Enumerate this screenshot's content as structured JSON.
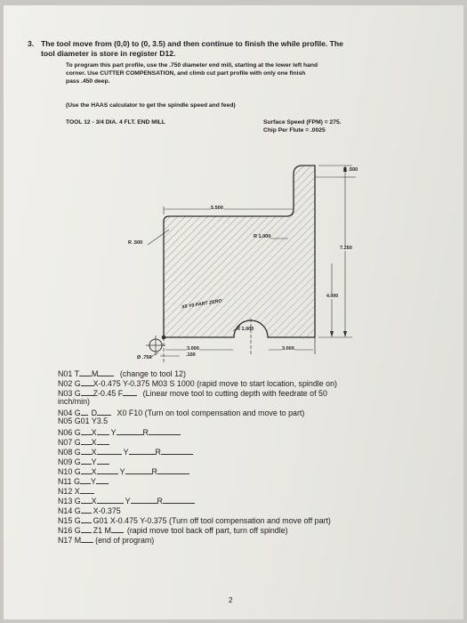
{
  "question": {
    "number": "3.",
    "line1": "The tool move from (0,0) to (0, 3.5) and then continue to finish the while profile. The",
    "line2": "tool diameter is store in register D12.",
    "instr1": "To program this part profile, use the .750 diameter end mill, starting at the lower left hand",
    "instr2": "corner. Use CUTTER COMPENSATION, and climb cut part profile with only one finish",
    "instr3": "pass .450 deep.",
    "haas": "(Use the HAAS calculator to get the spindle speed and feed)",
    "tool": "TOOL 12 - 3/4 DIA. 4 FLT. END MILL",
    "surface_speed": "Surface Speed (FPM) = 275.",
    "chip": "Chip Per Flute = .0025"
  },
  "drawing": {
    "dim_r500_top": "R .500",
    "dim_5500": "5.500",
    "dim_r1000": "R 1.000",
    "dim_r500_left": "R .500",
    "dim_7250": "7.250",
    "dim_4000": "4.000",
    "x0y0": "X0 Y0 PART ZERO",
    "dim_r1000_bottom": "R 1.000",
    "dim_3000_left": "3.000",
    "dim_3000_right": "3.000",
    "dim_750": "Ø .750",
    "dim_100": ".100"
  },
  "program": [
    {
      "a": "N01 T",
      "b": "M",
      "c": "(change to tool 12)"
    },
    {
      "a": "N02 G",
      "b": "X-0.475 Y-0.375 M03 S 1000 (rapid move to start location, spindle on)"
    },
    {
      "a": "N03 G",
      "b": "Z-0.45 F",
      "c": "(Linear move tool to cutting depth with feedrate of 50"
    },
    {
      "a": "inch/min)"
    },
    {
      "a": "N04 G",
      "b": "D",
      "c": "X0 F10 (Turn on tool compensation and move to part)"
    },
    {
      "a": "N05 G01 Y3.5"
    },
    {
      "a": "N06 G",
      "b": "X",
      "c": "Y",
      "d": "R"
    },
    {
      "a": "N07 G",
      "b": "X"
    },
    {
      "a": "N08 G",
      "b": "X",
      "c": "Y",
      "d": "R"
    },
    {
      "a": "N09 G",
      "b": "Y"
    },
    {
      "a": "N10 G",
      "b": "X",
      "c": "Y",
      "d": "R"
    },
    {
      "a": "N11 G",
      "b": "Y"
    },
    {
      "a": "N12 X"
    },
    {
      "a": "N13 G",
      "b": "X",
      "c": "Y",
      "d": "R"
    },
    {
      "a": "N14 G",
      "b": "X-0.375"
    },
    {
      "a": "N15 G",
      "b": "G01 X-0.475 Y-0.375 (Turn off tool compensation and move off part)"
    },
    {
      "a": "N16 G",
      "b": "Z1 M",
      "c": "(rapid move tool back off part, turn off spindle)"
    },
    {
      "a": "N17 M",
      "b": "(end of program)"
    }
  ],
  "page_number": "2"
}
